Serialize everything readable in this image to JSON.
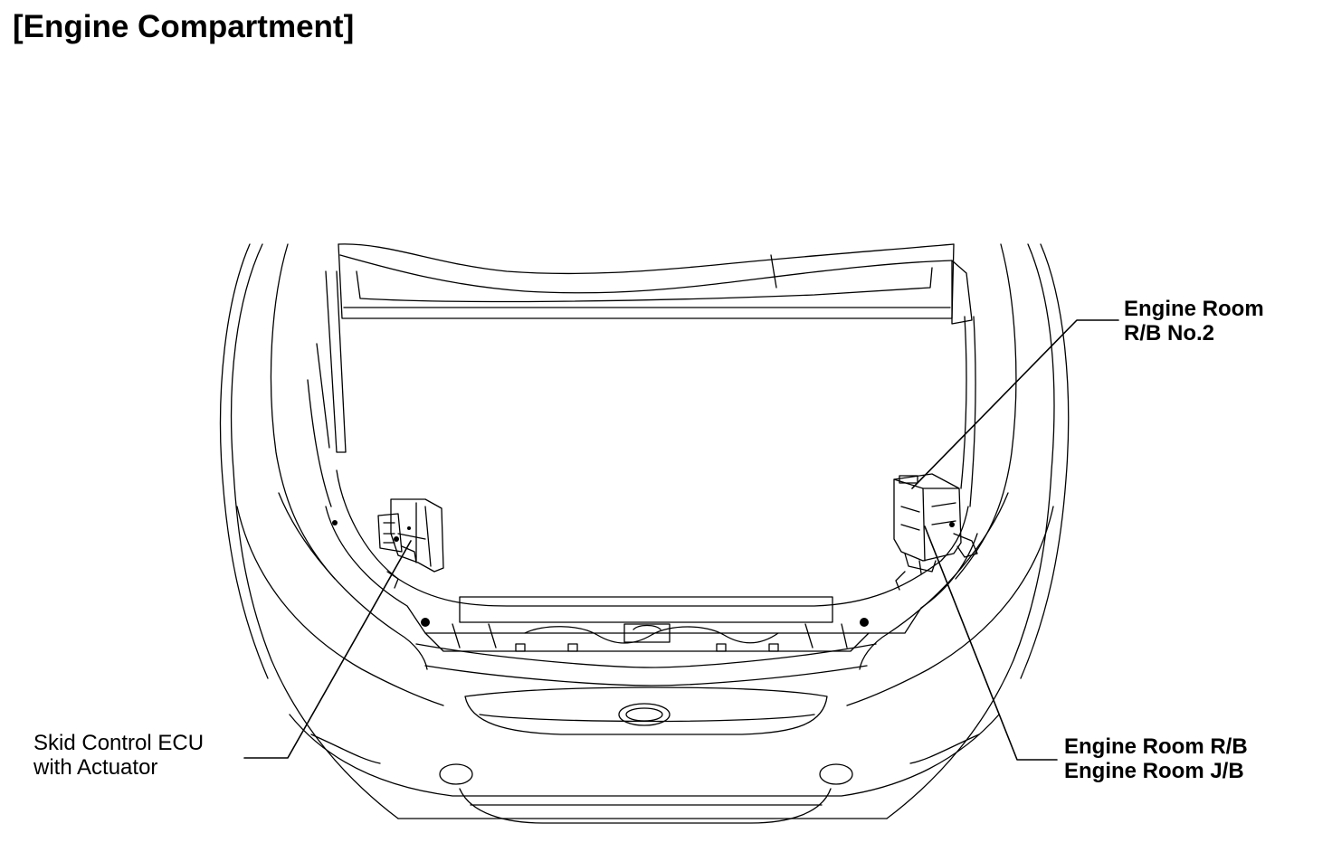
{
  "title": "[Engine Compartment]",
  "labels": {
    "relay_block_no2": {
      "line1": "Engine Room",
      "line2": "R/B No.2"
    },
    "skid_control": {
      "line1": "Skid Control ECU",
      "line2": "with Actuator"
    },
    "relay_junction": {
      "line1": "Engine Room R/B",
      "line2": "Engine Room J/B"
    }
  },
  "colors": {
    "ink": "#000000",
    "background": "#ffffff"
  }
}
